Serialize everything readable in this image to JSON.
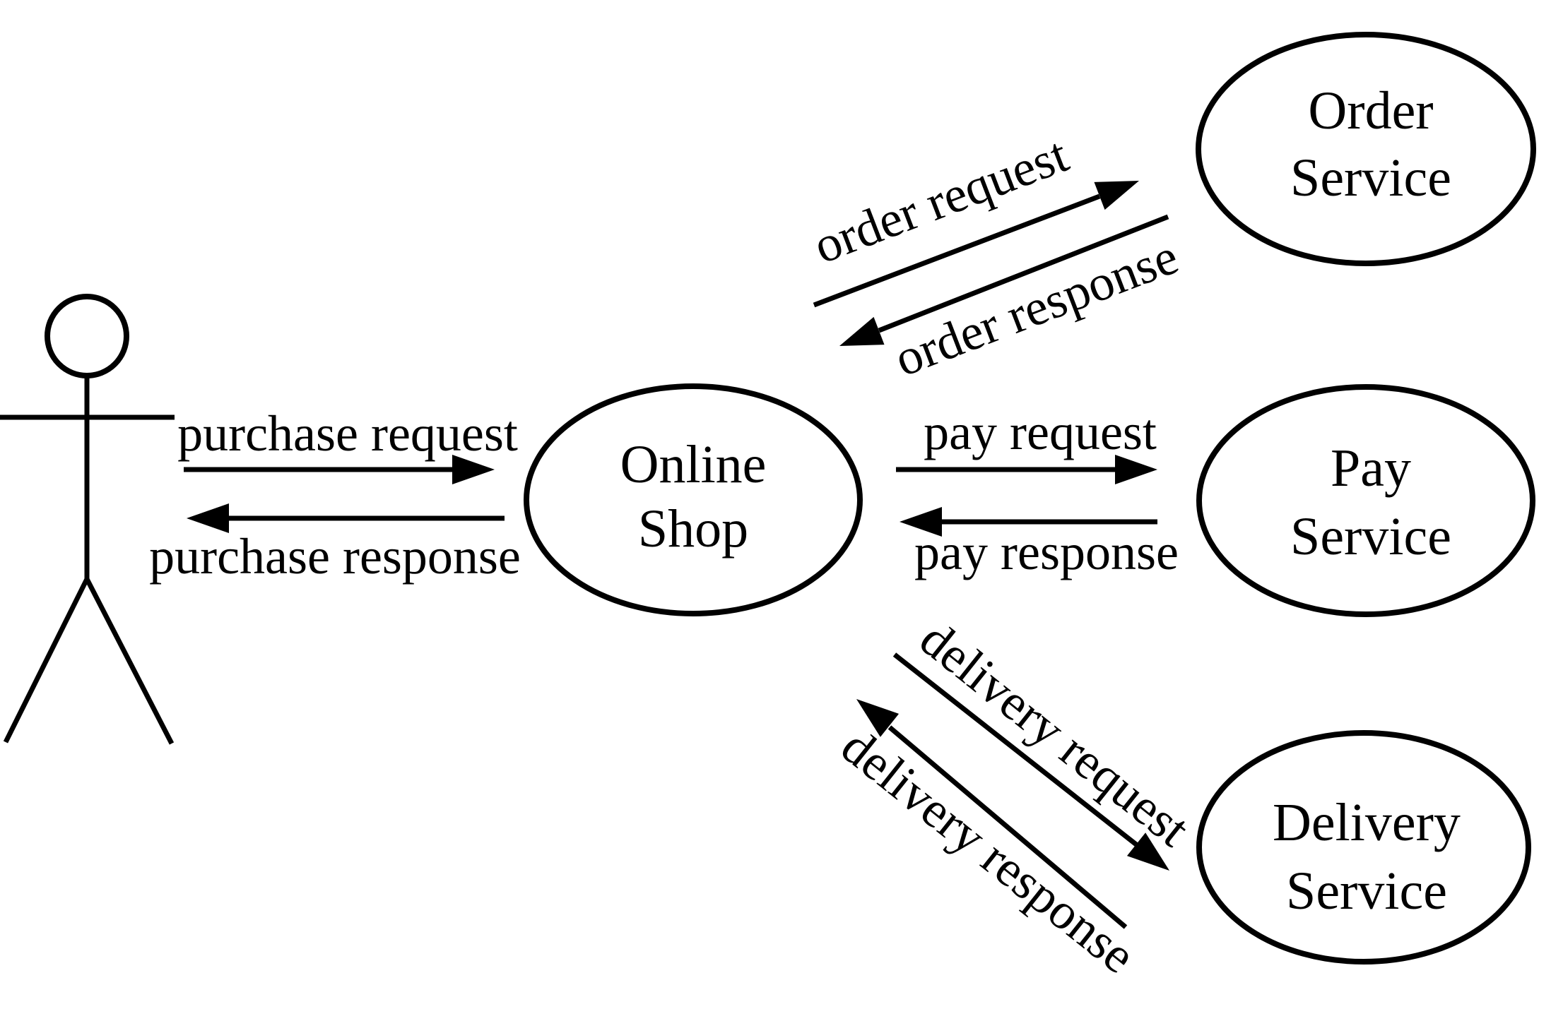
{
  "diagram": {
    "title": "online shop service communication diagram",
    "colors": {
      "ink": "#000000",
      "background": "#ffffff"
    },
    "actor": {
      "name": "customer-actor",
      "kind": "stick-figure"
    },
    "nodes": [
      {
        "id": "online-shop",
        "label_lines": [
          "Online",
          "Shop"
        ]
      },
      {
        "id": "order-service",
        "label_lines": [
          "Order",
          "Service"
        ]
      },
      {
        "id": "pay-service",
        "label_lines": [
          "Pay",
          "Service"
        ]
      },
      {
        "id": "delivery-service",
        "label_lines": [
          "Delivery",
          "Service"
        ]
      }
    ],
    "edges": [
      {
        "id": "purchase-request",
        "label": "purchase request",
        "from": "customer-actor",
        "to": "online-shop"
      },
      {
        "id": "purchase-response",
        "label": "purchase response",
        "from": "online-shop",
        "to": "customer-actor"
      },
      {
        "id": "order-request",
        "label": "order request",
        "from": "online-shop",
        "to": "order-service"
      },
      {
        "id": "order-response",
        "label": "order response",
        "from": "order-service",
        "to": "online-shop"
      },
      {
        "id": "pay-request",
        "label": "pay request",
        "from": "online-shop",
        "to": "pay-service"
      },
      {
        "id": "pay-response",
        "label": "pay response",
        "from": "pay-service",
        "to": "online-shop"
      },
      {
        "id": "delivery-request",
        "label": "delivery request",
        "from": "online-shop",
        "to": "delivery-service"
      },
      {
        "id": "delivery-response",
        "label": "delivery response",
        "from": "delivery-service",
        "to": "online-shop"
      }
    ]
  }
}
